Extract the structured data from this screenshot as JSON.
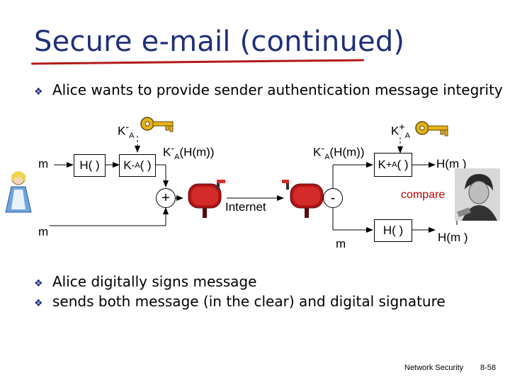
{
  "slide": {
    "title": "Secure e-mail (continued)",
    "bullet_top": "Alice wants to provide sender authentication message integrity",
    "bullets_bottom": [
      "Alice digitally signs message",
      "sends both message (in the clear) and digital signature"
    ],
    "footer_left": "Network Security",
    "footer_right": "8-58",
    "bullet_icon": "diamond-bullet-icon"
  },
  "diagram": {
    "key_private": {
      "base": "K",
      "sup": "-",
      "sub": "A"
    },
    "key_public": {
      "base": "K",
      "sup": "+",
      "sub": "A"
    },
    "m_left": "m",
    "m_bottom_left": "m",
    "hash_box_left": "H( )",
    "sign_box": {
      "sup": "-",
      "base": "K",
      "sub": "A",
      "tail": "( )"
    },
    "signed_left": {
      "base": "K",
      "sup": "-",
      "sub": "A",
      "tail": "(H(m))"
    },
    "signed_right": {
      "base": "K",
      "sup": "-",
      "sub": "A",
      "tail": "(H(m))"
    },
    "verify_box": {
      "sup": "+",
      "base": "K",
      "sub": "A",
      "tail": "( )"
    },
    "plus_symbol": "+",
    "minus_symbol": "-",
    "internet_label": "Internet",
    "compare_label": "compare",
    "hm_top_right": "H(m )",
    "hm_bottom_right": "H(m )",
    "m_bottom_right": "m",
    "hash_box_right": "H( )",
    "colors": {
      "title": "#1f2f7a",
      "underline": "#b21a1a",
      "compare": "#c00000",
      "mailbox": "#b01515"
    }
  }
}
